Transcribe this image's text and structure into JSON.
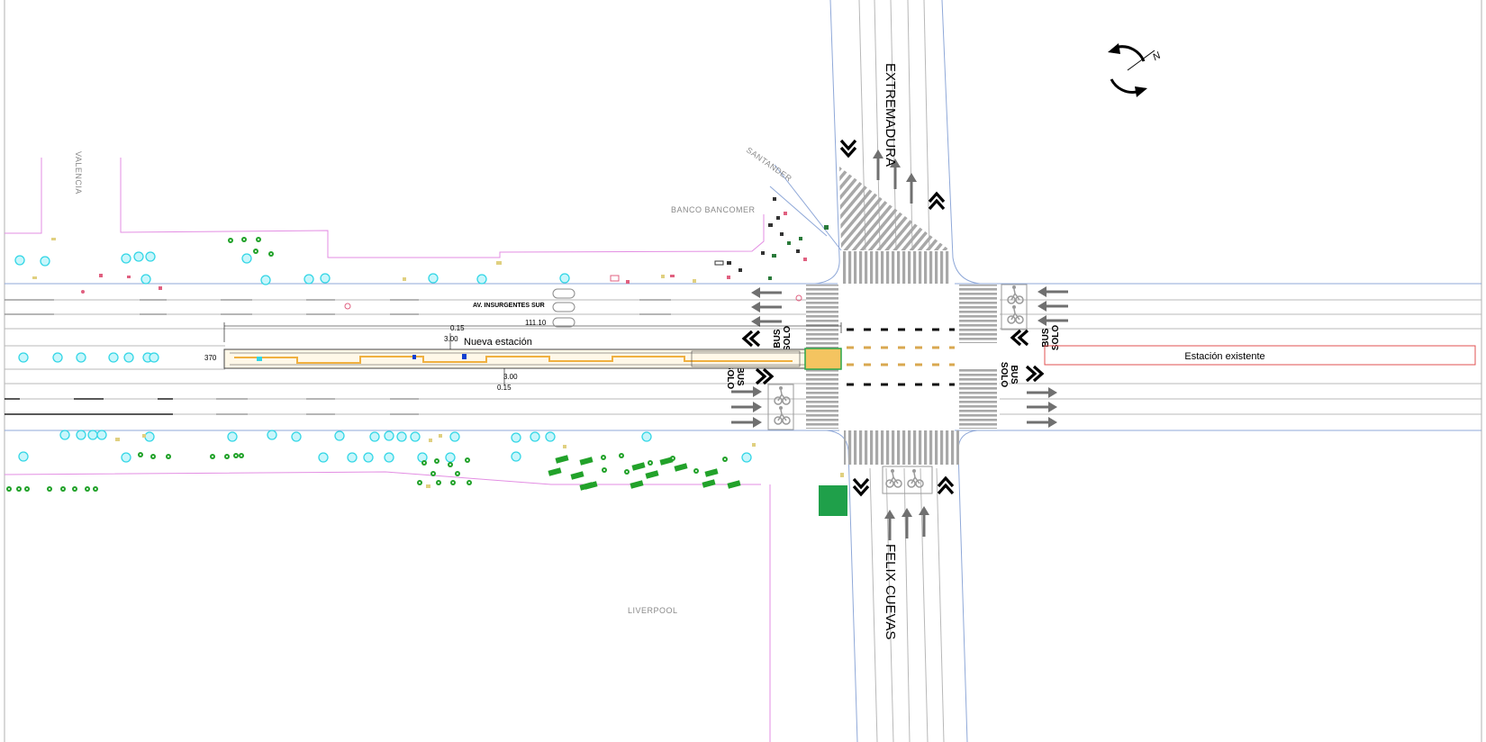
{
  "streets": {
    "extremadura": "EXTREMADURA",
    "felix_cuevas": "FELIX CUEVAS",
    "insurgentes": "AV. INSURGENTES SUR",
    "valencia": "VALENCIA",
    "santander": "SANTANDER"
  },
  "landmarks": {
    "bancomer": "BANCO  BANCOMER",
    "liverpool": "LIVERPOOL"
  },
  "stations": {
    "new": "Nueva estación",
    "existing": "Estación existente"
  },
  "dimensions": {
    "length": "111.10",
    "offset_top": "0.15",
    "offset_bottom": "0.15",
    "lane_top": "3.00",
    "lane_bottom": "3.00",
    "width": "370"
  },
  "bus_marking": {
    "line1": "BUS",
    "line2": "SOLO"
  },
  "north_arrow": {
    "label": "N"
  },
  "colors": {
    "property_line": "#e38ee3",
    "curb": "#8fa8d8",
    "station_outline": "#e05050",
    "station_fill": "#f0b040",
    "tree": "#33d6e6",
    "shrub": "#22a22a",
    "green_block": "#1fa04a"
  }
}
